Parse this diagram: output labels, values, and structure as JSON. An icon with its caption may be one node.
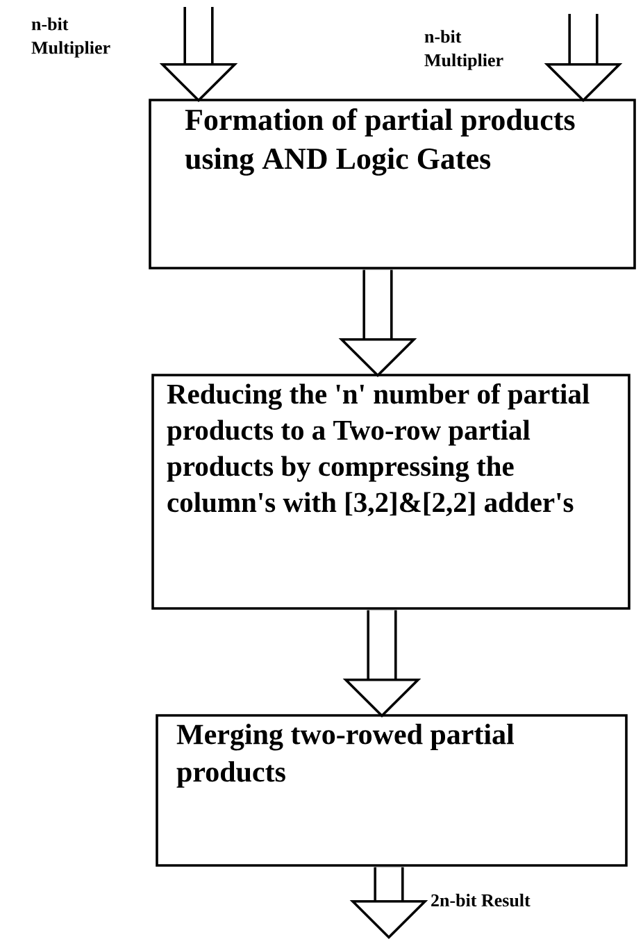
{
  "diagram": {
    "nodes": [
      {
        "text": [
          "Formation of partial products using AND Logic Gates"
        ]
      },
      {
        "text": [
          "Reducing the 'n' number of partial products to a Two-row partial products by compressing the column's with [3,2]&[2,2] adder's"
        ]
      },
      {
        "text": [
          "Merging two-rowed partial products"
        ]
      }
    ],
    "edges": [
      {
        "from": null,
        "to": 0,
        "arrow": "to",
        "label": "n-bit Multiplier"
      },
      {
        "from": null,
        "to": 0,
        "arrow": "to",
        "label": "n-bit Multiplier"
      },
      {
        "from": 0,
        "to": 1,
        "arrow": "to"
      },
      {
        "from": 1,
        "to": 2,
        "arrow": "to"
      },
      {
        "from": 2,
        "to": null,
        "arrow": "to",
        "label": "2n-bit Result"
      }
    ]
  }
}
